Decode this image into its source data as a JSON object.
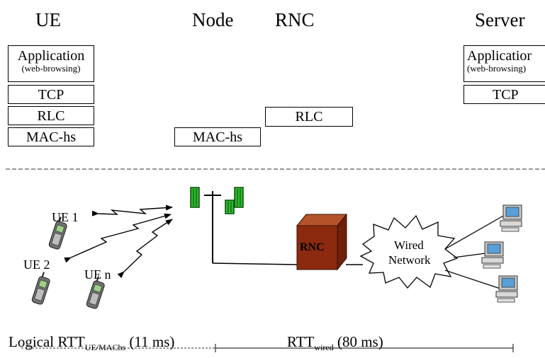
{
  "headers": {
    "ue": "UE",
    "node": "Node",
    "rnc": "RNC",
    "server": "Server"
  },
  "ue_stack": {
    "application": "Application",
    "application_sub": "(web-browsing)",
    "tcp": "TCP",
    "rlc": "RLC",
    "mac": "MAC-hs"
  },
  "node_stack": {
    "mac": "MAC-hs"
  },
  "rnc_stack": {
    "rlc": "RLC"
  },
  "server_stack": {
    "application": "Applicatior",
    "application_sub": "(web-browsing)",
    "tcp": "TCP"
  },
  "network": {
    "ue1": "UE 1",
    "ue2": "UE 2",
    "uen": "UE n",
    "rnc": "RNC",
    "wired_line1": "Wired",
    "wired_line2": "Network"
  },
  "rtt": {
    "logical_prefix": "Logical RTT",
    "logical_sub": "UE/MAChs",
    "logical_suffix": " (11 ms)",
    "wired_prefix": "RTT",
    "wired_sub": "wired",
    "wired_suffix": " (80 ms)"
  },
  "colors": {
    "antenna_green": "#2db82d",
    "rnc_box": "#8b2a0f",
    "rnc_box_top": "#b4532a",
    "phone_body": "#707070",
    "computer": "#c8c8c8"
  }
}
